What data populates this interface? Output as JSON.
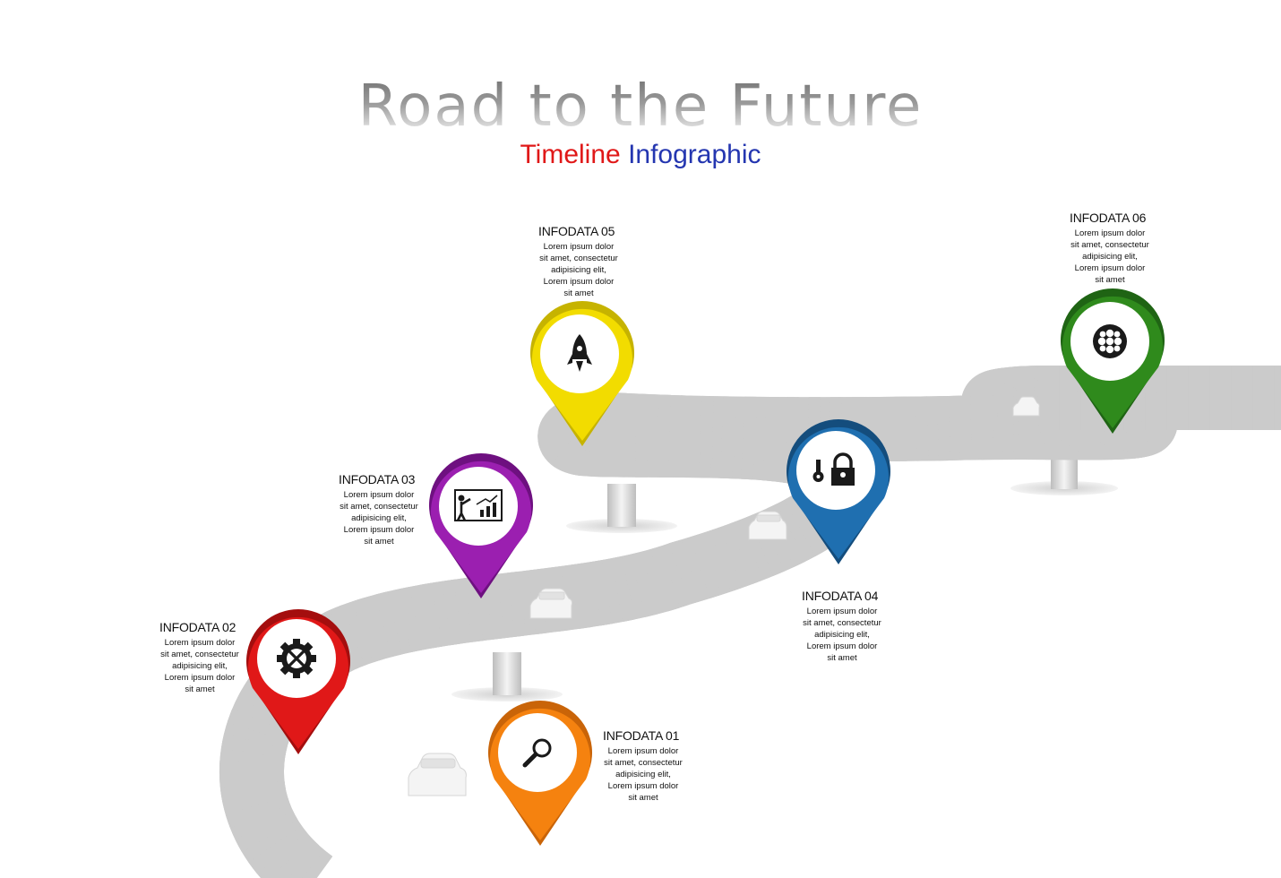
{
  "header": {
    "title": "Road to the Future",
    "subtitle_part1": "Timeline",
    "subtitle_part2": "Infographic"
  },
  "colors": {
    "road": "#4a4a4a",
    "road_edge": "#c8c8c8",
    "pin_01": "#f5820f",
    "pin_02": "#e01818",
    "pin_03": "#9b1fb0",
    "pin_04": "#1f6fb0",
    "pin_05": "#f2dc00",
    "pin_06": "#2f8a1c",
    "title_red": "#e01818",
    "title_blue": "#2436b0"
  },
  "milestones": [
    {
      "label": "INFODATA 01",
      "text": "Lorem ipsum dolor sit amet, consectetur adipisicing elit, Lorem ipsum dolor sit amet",
      "icon": "magnifier-icon"
    },
    {
      "label": "INFODATA 02",
      "text": "Lorem ipsum dolor sit amet, consectetur adipisicing elit, Lorem ipsum dolor sit amet",
      "icon": "gear-wrench-icon"
    },
    {
      "label": "INFODATA 03",
      "text": "Lorem ipsum dolor sit amet, consectetur adipisicing elit, Lorem ipsum dolor sit amet",
      "icon": "presentation-chart-icon"
    },
    {
      "label": "INFODATA 04",
      "text": "Lorem ipsum dolor sit amet, consectetur adipisicing elit, Lorem ipsum dolor sit amet",
      "icon": "key-lock-icon"
    },
    {
      "label": "INFODATA 05",
      "text": "Lorem ipsum dolor sit amet, consectetur adipisicing elit, Lorem ipsum dolor sit amet",
      "icon": "rocket-icon"
    },
    {
      "label": "INFODATA 06",
      "text": "Lorem ipsum dolor sit amet, consectetur adipisicing elit, Lorem ipsum dolor sit amet",
      "icon": "globe-icon"
    }
  ]
}
